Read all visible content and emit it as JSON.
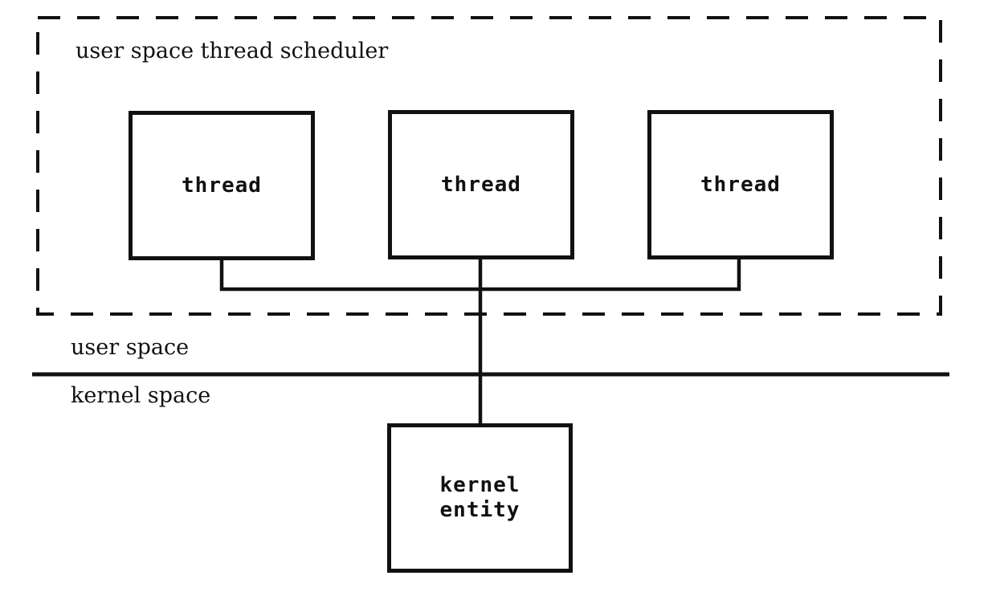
{
  "diagram": {
    "scheduler_title": "user space thread scheduler",
    "threads": [
      {
        "label": "thread"
      },
      {
        "label": "thread"
      },
      {
        "label": "thread"
      }
    ],
    "kernel_entity": {
      "line1": "kernel",
      "line2": "entity"
    },
    "boundary_labels": {
      "user_space": "user space",
      "kernel_space": "kernel space"
    },
    "colors": {
      "ink": "#111111",
      "background": "#ffffff"
    }
  }
}
